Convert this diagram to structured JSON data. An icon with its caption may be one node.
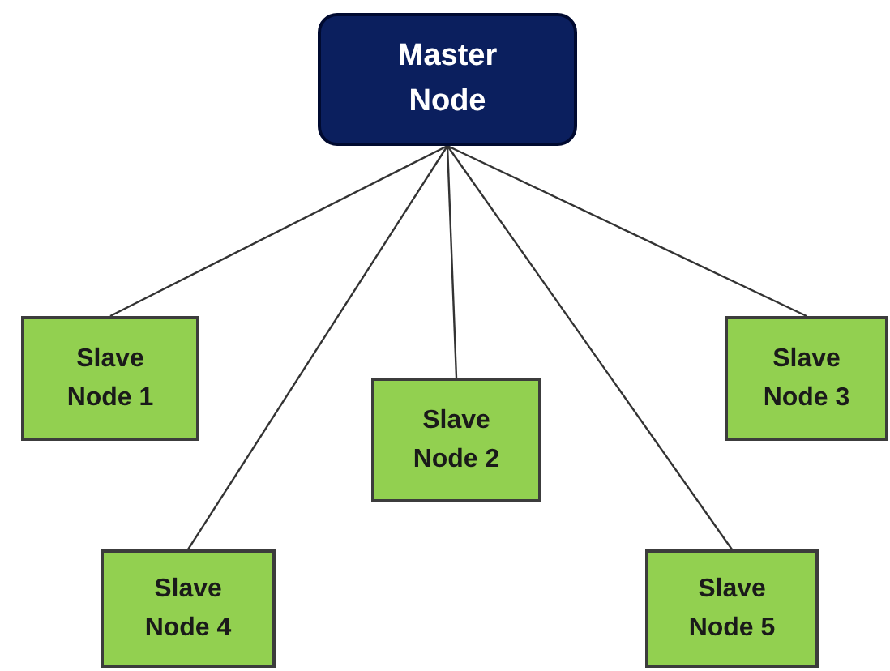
{
  "diagram": {
    "nodes": [
      {
        "text": [
          "Master Node"
        ]
      },
      {
        "text": [
          "Slave Node 1"
        ]
      },
      {
        "text": [
          "Slave Node 2"
        ]
      },
      {
        "text": [
          "Slave Node 3"
        ]
      },
      {
        "text": [
          "Slave Node 4"
        ]
      },
      {
        "text": [
          "Slave Node 5"
        ]
      }
    ],
    "edges": [
      {
        "from": 0,
        "to": 1,
        "arrow": "none"
      },
      {
        "from": 0,
        "to": 2,
        "arrow": "none"
      },
      {
        "from": 0,
        "to": 3,
        "arrow": "none"
      },
      {
        "from": 0,
        "to": 4,
        "arrow": "none"
      },
      {
        "from": 0,
        "to": 5,
        "arrow": "none"
      }
    ]
  }
}
